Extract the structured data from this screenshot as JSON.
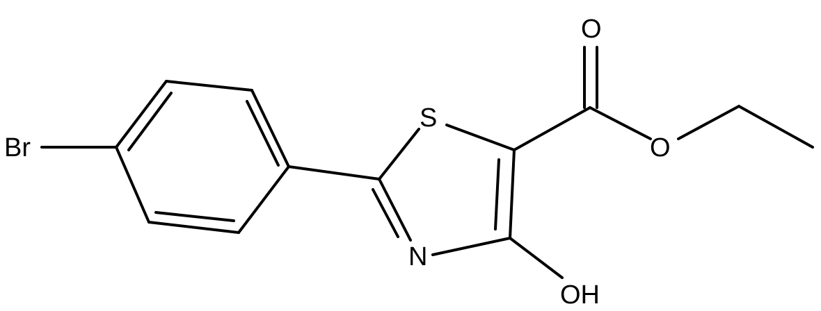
{
  "atoms": {
    "bromine": "Br",
    "sulfur": "S",
    "nitrogen": "N",
    "carbonyl_oxygen": "O",
    "ester_oxygen": "O",
    "hydroxyl": "OH"
  },
  "colors": {
    "bond": "#000000",
    "label": "#000000",
    "background": "#ffffff"
  }
}
